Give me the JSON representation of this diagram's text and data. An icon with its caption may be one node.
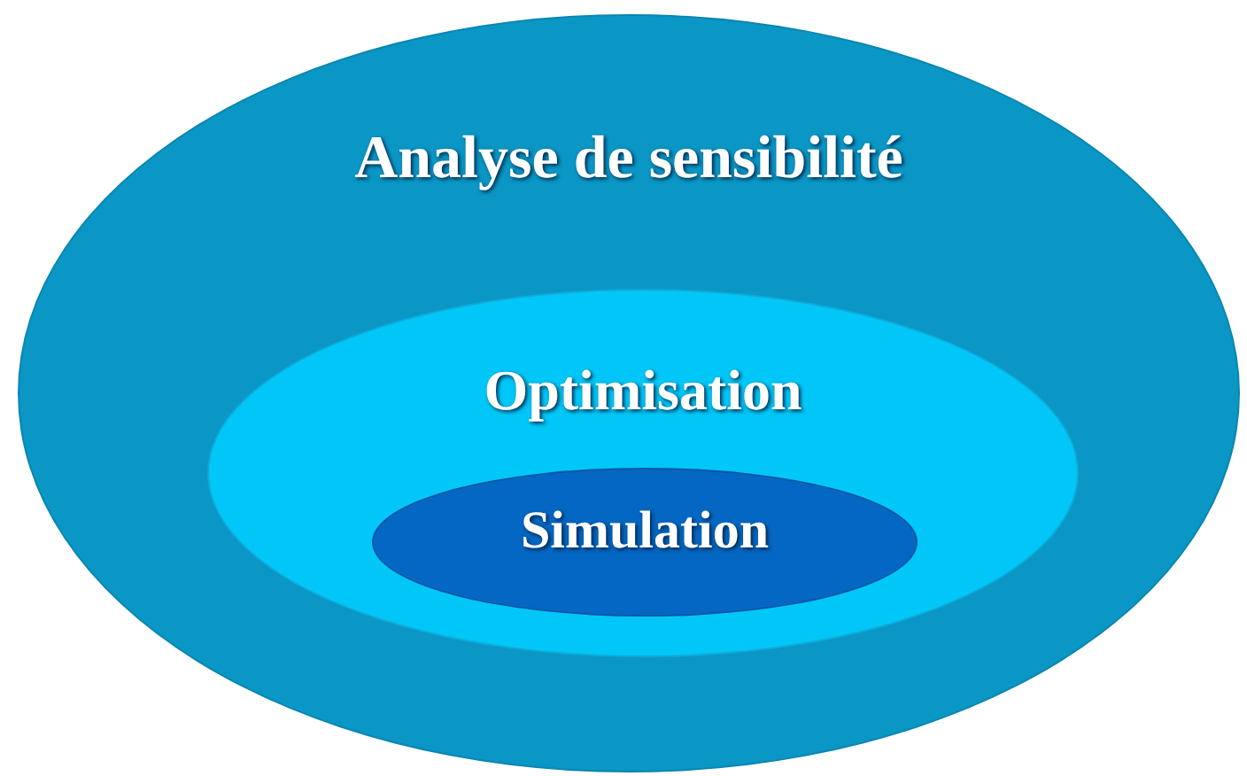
{
  "diagram": {
    "nodes": [
      {
        "text": [
          "Analyse de sensibilité"
        ]
      },
      {
        "text": [
          "Optimisation"
        ],
        "in": 0
      },
      {
        "text": [
          "Simulation"
        ],
        "in": 1
      }
    ]
  }
}
